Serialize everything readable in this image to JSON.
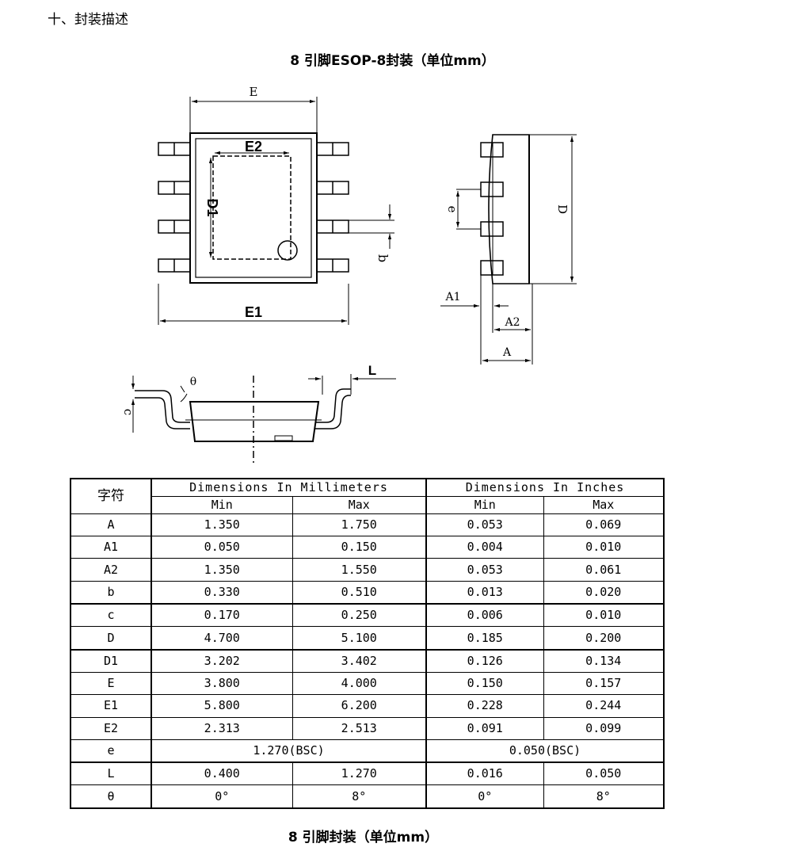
{
  "section_title": "十、封装描述",
  "package_title": "8 引脚ESOP-8封装（单位mm）",
  "drawing_labels": {
    "E": "E",
    "E2": "E2",
    "D1": "D1",
    "E1": "E1",
    "b": "b",
    "e": "e",
    "D": "D",
    "A1": "A1",
    "A2": "A2",
    "A": "A",
    "theta": "θ",
    "L": "L",
    "c": "c"
  },
  "table": {
    "symbol_header": "字符",
    "group_mm": "Dimensions In Millimeters",
    "group_in": "Dimensions In Inches",
    "min_label": "Min",
    "max_label": "Max",
    "rows": [
      {
        "sym": "A",
        "mm_min": "1.350",
        "mm_max": "1.750",
        "in_min": "0.053",
        "in_max": "0.069"
      },
      {
        "sym": "A1",
        "mm_min": "0.050",
        "mm_max": "0.150",
        "in_min": "0.004",
        "in_max": "0.010"
      },
      {
        "sym": "A2",
        "mm_min": "1.350",
        "mm_max": "1.550",
        "in_min": "0.053",
        "in_max": "0.061"
      },
      {
        "sym": "b",
        "mm_min": "0.330",
        "mm_max": "0.510",
        "in_min": "0.013",
        "in_max": "0.020"
      },
      {
        "sym": "c",
        "mm_min": "0.170",
        "mm_max": "0.250",
        "in_min": "0.006",
        "in_max": "0.010"
      },
      {
        "sym": "D",
        "mm_min": "4.700",
        "mm_max": "5.100",
        "in_min": "0.185",
        "in_max": "0.200"
      },
      {
        "sym": "D1",
        "mm_min": "3.202",
        "mm_max": "3.402",
        "in_min": "0.126",
        "in_max": "0.134"
      },
      {
        "sym": "E",
        "mm_min": "3.800",
        "mm_max": "4.000",
        "in_min": "0.150",
        "in_max": "0.157"
      },
      {
        "sym": "E1",
        "mm_min": "5.800",
        "mm_max": "6.200",
        "in_min": "0.228",
        "in_max": "0.244"
      },
      {
        "sym": "E2",
        "mm_min": "2.313",
        "mm_max": "2.513",
        "in_min": "0.091",
        "in_max": "0.099"
      }
    ],
    "row_e": {
      "sym": "e",
      "mm": "1.270(BSC)",
      "in": "0.050(BSC)"
    },
    "row_L": {
      "sym": "L",
      "mm_min": "0.400",
      "mm_max": "1.270",
      "in_min": "0.016",
      "in_max": "0.050"
    },
    "row_theta": {
      "sym": "θ",
      "mm_min": "0°",
      "mm_max": "8°",
      "in_min": "0°",
      "in_max": "8°"
    }
  },
  "caption": "8 引脚封装（单位mm）"
}
